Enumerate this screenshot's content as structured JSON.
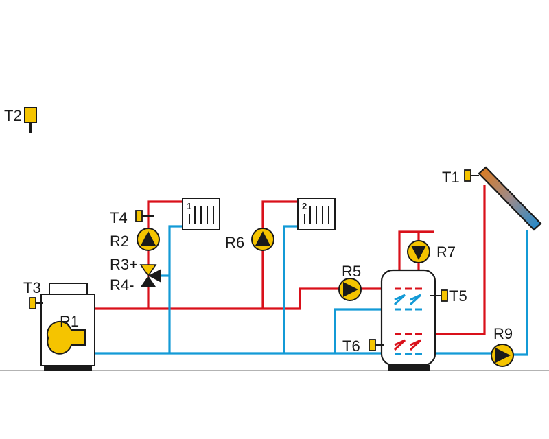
{
  "labels": {
    "T1": "T1",
    "T2": "T2",
    "T3": "T3",
    "T4": "T4",
    "T5": "T5",
    "T6": "T6",
    "R1": "R1",
    "R2": "R2",
    "R3": "R3+",
    "R4": "R4-",
    "R5": "R5",
    "R6": "R6",
    "R7": "R7",
    "R9": "R9"
  },
  "radiators": {
    "circuit1": "1",
    "circuit2": "2"
  },
  "colors": {
    "hot_line": "#d9101a",
    "cold_line": "#139ad6",
    "sensor": "#f5c400",
    "pump": "#f5c400",
    "ground": "#9a9a9a"
  },
  "icons": {
    "pump": "circulation-pump-icon",
    "sensor": "temperature-sensor-icon",
    "valve": "mixing-valve-icon",
    "boiler": "boiler-icon",
    "tank": "storage-tank-icon",
    "collector": "solar-collector-icon",
    "radiator": "radiator-icon"
  }
}
